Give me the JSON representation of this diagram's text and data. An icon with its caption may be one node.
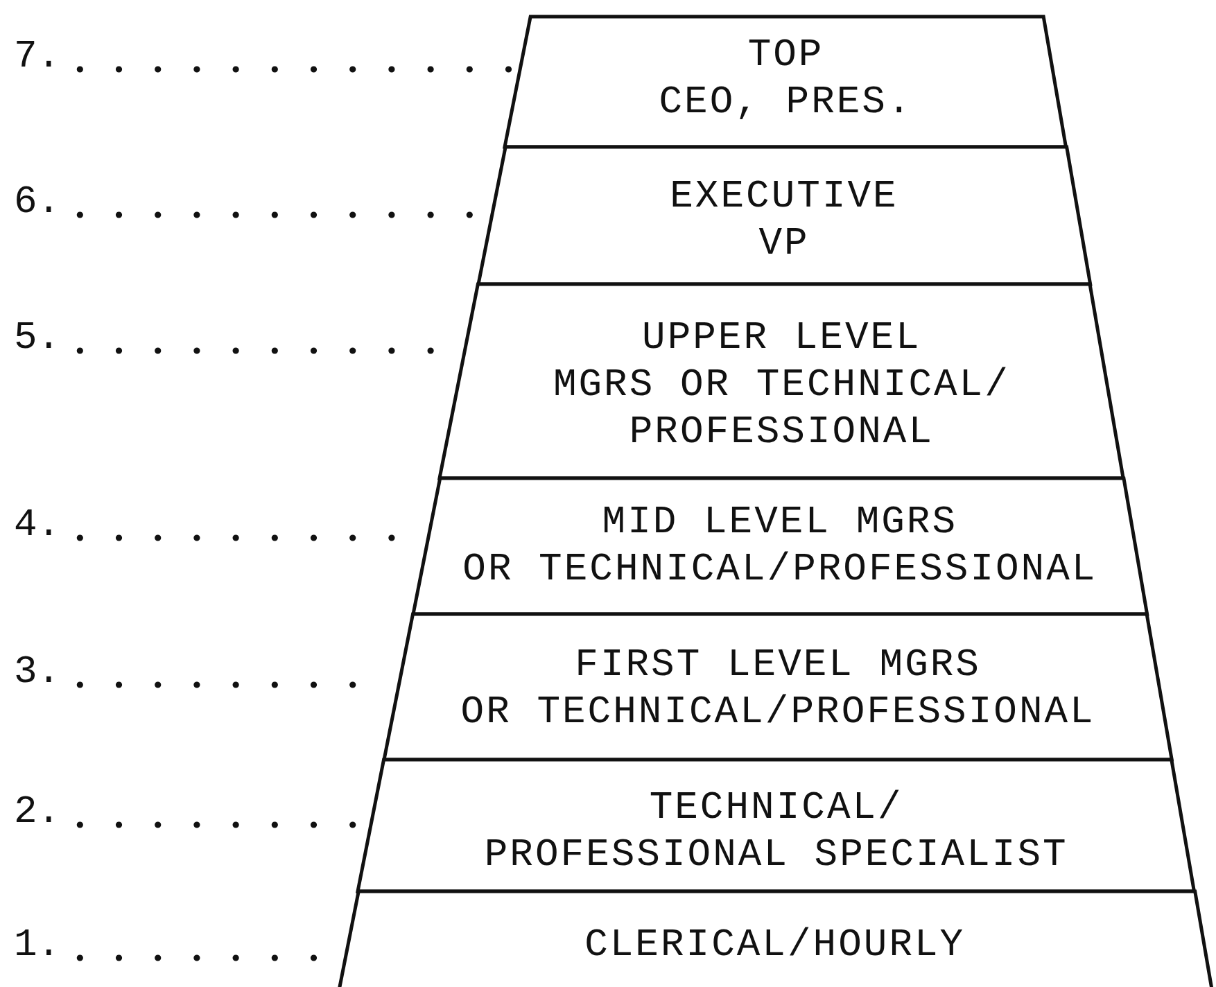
{
  "diagram": {
    "nodes": [
      {
        "text": [
          "TOP",
          "CEO, PRES."
        ]
      },
      {
        "text": [
          "EXECUTIVE",
          "VP"
        ]
      },
      {
        "text": [
          "UPPER LEVEL",
          "MGRS OR TECHNICAL/ PROFESSIONAL"
        ]
      },
      {
        "text": [
          "MID LEVEL MGRS",
          "OR TECHNICAL/PROFESSIONAL"
        ]
      },
      {
        "text": [
          "FIRST LEVEL MGRS",
          "OR TECHNICAL/PROFESSIONAL"
        ]
      },
      {
        "text": [
          "TECHNICAL/",
          "PROFESSIONAL SPECIALIST"
        ]
      },
      {
        "text": [
          "CLERICAL/HOURLY"
        ]
      },
      {
        "text": [
          "7."
        ]
      },
      {
        "text": [
          "6."
        ]
      },
      {
        "text": [
          "5."
        ]
      },
      {
        "text": [
          "4."
        ]
      },
      {
        "text": [
          "3."
        ]
      },
      {
        "text": [
          "2."
        ]
      },
      {
        "text": [
          "1."
        ]
      }
    ],
    "edges": [
      {
        "from": 7,
        "to": 0,
        "arrow": "none",
        "style": "dashed"
      },
      {
        "from": 8,
        "to": 1,
        "arrow": "none",
        "style": "dashed"
      },
      {
        "from": 9,
        "to": 2,
        "arrow": "none",
        "style": "dashed"
      },
      {
        "from": 10,
        "to": 3,
        "arrow": "none",
        "style": "dashed"
      },
      {
        "from": 11,
        "to": 4,
        "arrow": "none",
        "style": "dashed"
      },
      {
        "from": 12,
        "to": 5,
        "arrow": "none",
        "style": "dashed"
      },
      {
        "from": 13,
        "to": 6,
        "arrow": "none",
        "style": "dashed"
      }
    ]
  }
}
